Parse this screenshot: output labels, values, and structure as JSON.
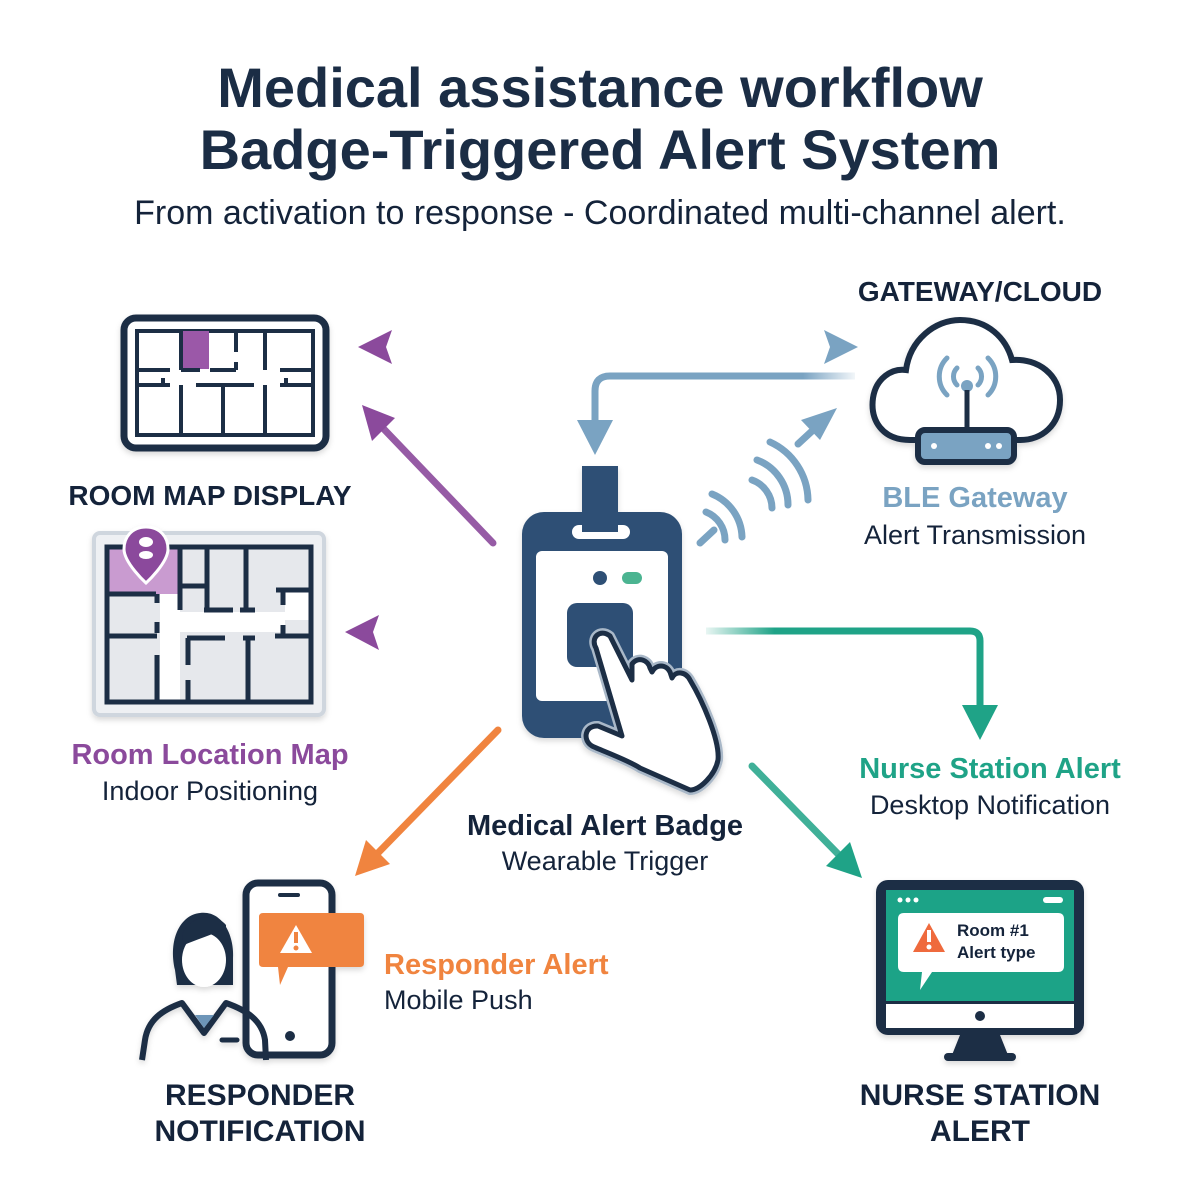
{
  "header": {
    "title_line1": "Medical assistance workflow",
    "title_line2": "Badge-Triggered Alert System",
    "subtitle": "From activation to response - Coordinated multi-channel alert."
  },
  "colors": {
    "navy": "#1b2d45",
    "badge_blue": "#2f5075",
    "purple": "#8b4a9c",
    "steel_blue": "#7aa3c2",
    "teal": "#1fa387",
    "orange": "#f0843f",
    "alert_red": "#ef6a3c"
  },
  "nodes": {
    "room_map_display": {
      "heading": "ROOM MAP DISPLAY",
      "icon": "floor-plan-icon"
    },
    "room_location": {
      "title": "Room Location Map",
      "subtitle": "Indoor Positioning",
      "icon": "location-pin-map-icon"
    },
    "gateway_cloud": {
      "heading": "GATEWAY/CLOUD",
      "title": "BLE Gateway",
      "subtitle": "Alert Transmission",
      "icon": "cloud-router-icon"
    },
    "badge": {
      "title": "Medical Alert Badge",
      "subtitle": "Wearable Trigger",
      "icon": "badge-press-icon"
    },
    "nurse_station": {
      "title": "Nurse Station Alert",
      "subtitle": "Desktop Notification",
      "heading_line1": "NURSE STATION",
      "heading_line2": "ALERT",
      "screen_line1": "Room #1",
      "screen_line2": "Alert type",
      "icon": "monitor-alert-icon"
    },
    "responder": {
      "title": "Responder Alert",
      "subtitle": "Mobile Push",
      "heading_line1": "RESPONDER",
      "heading_line2": "NOTIFICATION",
      "icon": "responder-phone-icon"
    }
  },
  "connections": [
    {
      "from": "room_map_display",
      "to": "gateway_cloud",
      "type": "bidirectional"
    },
    {
      "from": "gateway_cloud",
      "to": "badge",
      "type": "directed"
    },
    {
      "from": "badge",
      "to": "gateway_cloud",
      "type": "wireless"
    },
    {
      "from": "badge",
      "to": "room_map_display",
      "type": "directed"
    },
    {
      "from": "badge",
      "to": "room_location",
      "type": "directed"
    },
    {
      "from": "badge",
      "to": "nurse_station",
      "type": "directed"
    },
    {
      "from": "badge",
      "to": "nurse_station_monitor",
      "type": "directed"
    },
    {
      "from": "badge",
      "to": "responder",
      "type": "directed"
    }
  ]
}
